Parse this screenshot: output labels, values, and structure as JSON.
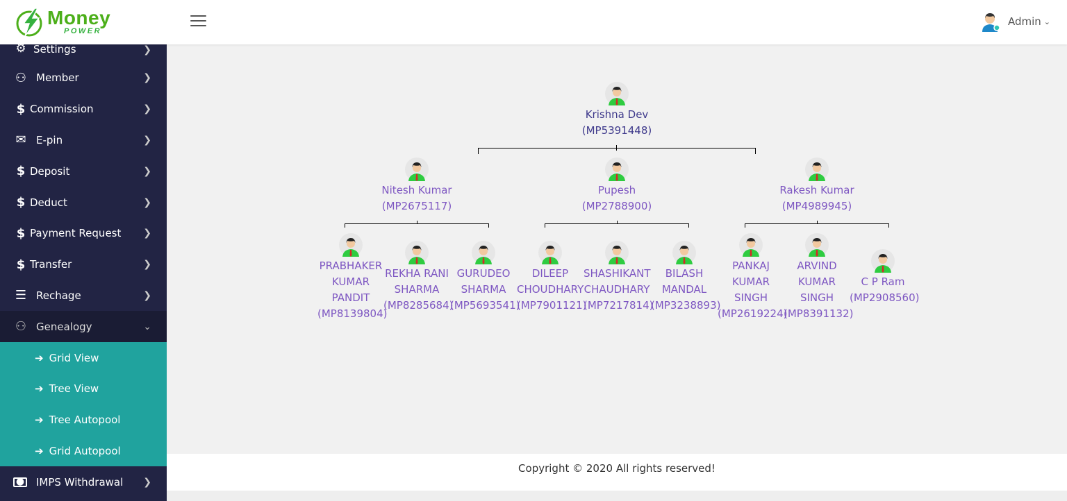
{
  "brand": {
    "name": "Money",
    "tagline": "POWER"
  },
  "header": {
    "user_label": "Admin"
  },
  "sidebar": {
    "items": [
      {
        "label": "Settings",
        "icon": "gear-icon"
      },
      {
        "label": "Member",
        "icon": "users-icon"
      },
      {
        "label": "Commission",
        "icon": "dollar-icon"
      },
      {
        "label": "E-pin",
        "icon": "envelope-icon"
      },
      {
        "label": "Deposit",
        "icon": "dollar-icon"
      },
      {
        "label": "Deduct",
        "icon": "dollar-icon"
      },
      {
        "label": "Payment Request",
        "icon": "dollar-icon"
      },
      {
        "label": "Transfer",
        "icon": "dollar-icon"
      },
      {
        "label": "Rechage",
        "icon": "list-icon"
      },
      {
        "label": "Genealogy",
        "icon": "users-icon"
      }
    ],
    "genealogy_sub": [
      {
        "label": "Grid View"
      },
      {
        "label": "Tree View"
      },
      {
        "label": "Tree Autopool"
      },
      {
        "label": "Grid Autopool"
      }
    ],
    "bottom_item": {
      "label": "IMPS Withdrawal",
      "icon": "money-icon"
    }
  },
  "tree": {
    "root": {
      "name": "Krishna Dev",
      "id": "(MP5391448)"
    },
    "level1": [
      {
        "name": "Nitesh Kumar",
        "id": "(MP2675117)"
      },
      {
        "name": "Pupesh",
        "id": "(MP2788900)"
      },
      {
        "name": "Rakesh Kumar",
        "id": "(MP4989945)"
      }
    ],
    "level2": [
      {
        "name_lines": [
          "PRABHAKER",
          "KUMAR",
          "PANDIT"
        ],
        "id": "(MP8139804)"
      },
      {
        "name_lines": [
          "REKHA RANI",
          "SHARMA"
        ],
        "id": "(MP8285684)"
      },
      {
        "name_lines": [
          "GURUDEO",
          "SHARMA"
        ],
        "id": "(MP5693541)"
      },
      {
        "name_lines": [
          "DILEEP",
          "CHOUDHARY"
        ],
        "id": "(MP7901121)"
      },
      {
        "name_lines": [
          "SHASHIKANT",
          "CHAUDHARY"
        ],
        "id": "(MP7217814)"
      },
      {
        "name_lines": [
          "BILASH",
          "MANDAL"
        ],
        "id": "(MP3238893)"
      },
      {
        "name_lines": [
          "PANKAJ",
          "KUMAR",
          "SINGH"
        ],
        "id": "(MP2619224)"
      },
      {
        "name_lines": [
          "ARVIND",
          "KUMAR",
          "SINGH"
        ],
        "id": "(MP8391132)"
      },
      {
        "name_lines": [
          "C P Ram"
        ],
        "id": "(MP2908560)"
      }
    ]
  },
  "footer": {
    "text": "Copyright © 2020 All rights reserved!"
  },
  "colors": {
    "sidebar": "#222444",
    "submenu": "#20a39e",
    "node_text": "#7e57c2",
    "brand_green": "#4caf1a"
  }
}
